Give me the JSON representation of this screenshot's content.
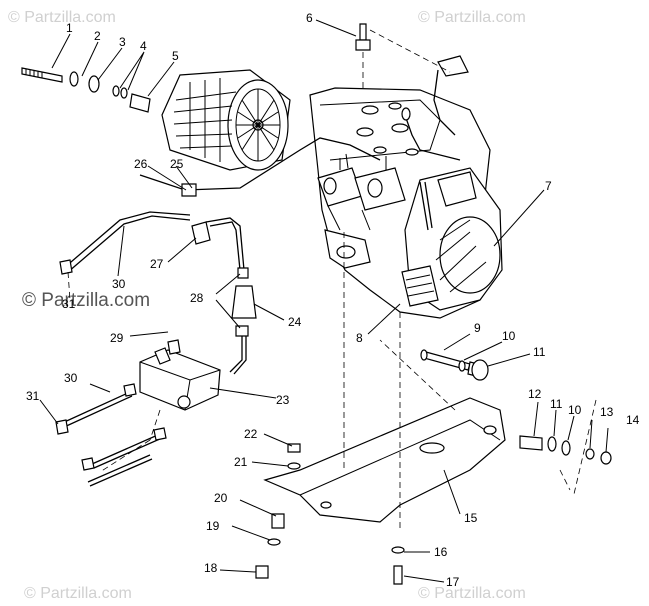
{
  "watermarks": {
    "top_left": "© Partzilla.com",
    "top_right": "© Partzilla.com",
    "mid_left": "© Partzilla.com",
    "bottom_left": "© Partzilla.com",
    "bottom_right": "© Partzilla.com"
  },
  "callouts": [
    {
      "id": "c1",
      "label": "1"
    },
    {
      "id": "c2",
      "label": "2"
    },
    {
      "id": "c3",
      "label": "3"
    },
    {
      "id": "c4",
      "label": "4"
    },
    {
      "id": "c5",
      "label": "5"
    },
    {
      "id": "c6",
      "label": "6"
    },
    {
      "id": "c7",
      "label": "7"
    },
    {
      "id": "c8",
      "label": "8"
    },
    {
      "id": "c9",
      "label": "9"
    },
    {
      "id": "c10a",
      "label": "10"
    },
    {
      "id": "c11a",
      "label": "11"
    },
    {
      "id": "c12",
      "label": "12"
    },
    {
      "id": "c11b",
      "label": "11"
    },
    {
      "id": "c10b",
      "label": "10"
    },
    {
      "id": "c13",
      "label": "13"
    },
    {
      "id": "c14",
      "label": "14"
    },
    {
      "id": "c15",
      "label": "15"
    },
    {
      "id": "c16",
      "label": "16"
    },
    {
      "id": "c17",
      "label": "17"
    },
    {
      "id": "c18",
      "label": "18"
    },
    {
      "id": "c19",
      "label": "19"
    },
    {
      "id": "c20",
      "label": "20"
    },
    {
      "id": "c21",
      "label": "21"
    },
    {
      "id": "c22",
      "label": "22"
    },
    {
      "id": "c23",
      "label": "23"
    },
    {
      "id": "c24",
      "label": "24"
    },
    {
      "id": "c25",
      "label": "25"
    },
    {
      "id": "c26",
      "label": "26"
    },
    {
      "id": "c27",
      "label": "27"
    },
    {
      "id": "c28",
      "label": "28"
    },
    {
      "id": "c29",
      "label": "29"
    },
    {
      "id": "c30a",
      "label": "30"
    },
    {
      "id": "c30b",
      "label": "30"
    },
    {
      "id": "c31a",
      "label": "31"
    },
    {
      "id": "c31b",
      "label": "31"
    }
  ]
}
